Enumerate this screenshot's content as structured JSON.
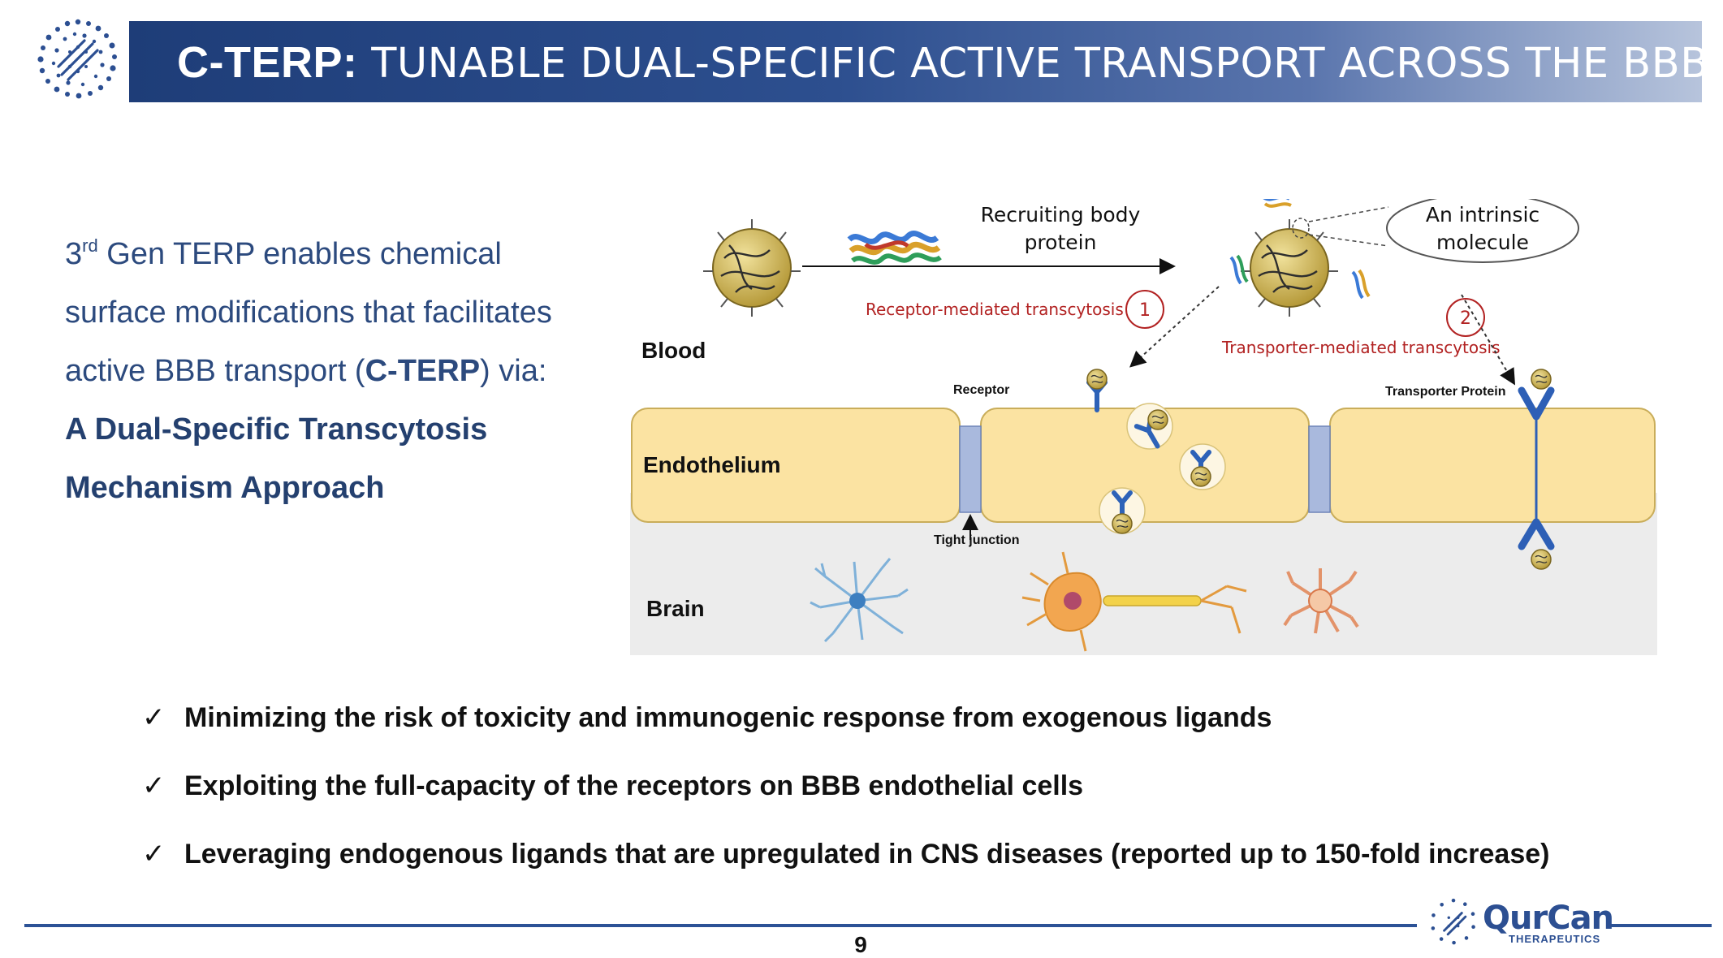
{
  "header": {
    "title_bold": "C-TERP:",
    "title_rest": " TUNABLE DUAL-SPECIFIC ACTIVE TRANSPORT ACROSS THE BBB",
    "logo_icon": "qurcan-dot-logo-icon"
  },
  "intro": {
    "line1_prefix": "3",
    "line1_sup": "rd",
    "line1_rest": " Gen TERP enables chemical",
    "line2": "surface modifications that facilitates",
    "line3_prefix": "active BBB transport (",
    "line3_bold": "C-TERP",
    "line3_suffix": ") via:",
    "line4": "A Dual-Specific Transcytosis",
    "line5": "Mechanism Approach"
  },
  "diagram": {
    "recruiting_line1": "Recruiting body",
    "recruiting_line2": "protein",
    "intrinsic_line1": "An intrinsic",
    "intrinsic_line2": "molecule",
    "receptor_mediated": "Receptor-mediated transcytosis",
    "transporter_mediated": "Transporter-mediated  transcytosis",
    "step1": "1",
    "step2": "2",
    "blood": "Blood",
    "endothelium": "Endothelium",
    "brain": "Brain",
    "receptor": "Receptor",
    "transporter_protein": "Transporter Protein",
    "tight_junction": "Tight junction"
  },
  "bullets": [
    {
      "check": "✓",
      "text": "Minimizing the risk of toxicity and immunogenic response from exogenous ligands"
    },
    {
      "check": "✓",
      "text": "Exploiting the full-capacity of the receptors on BBB endothelial cells"
    },
    {
      "check": "✓",
      "text": "Leveraging endogenous ligands that are upregulated in CNS diseases (reported up to 150-fold increase)"
    }
  ],
  "footer": {
    "page_number": "9",
    "brand_name": "QurCan",
    "brand_sub": "THERAPEUTICS"
  },
  "colors": {
    "brand_blue": "#2c4f92",
    "intro_text": "#2c4a7e",
    "pathway_red": "#b22222",
    "endothelium_fill": "#fbe3a2",
    "brain_fill": "#ececec"
  }
}
